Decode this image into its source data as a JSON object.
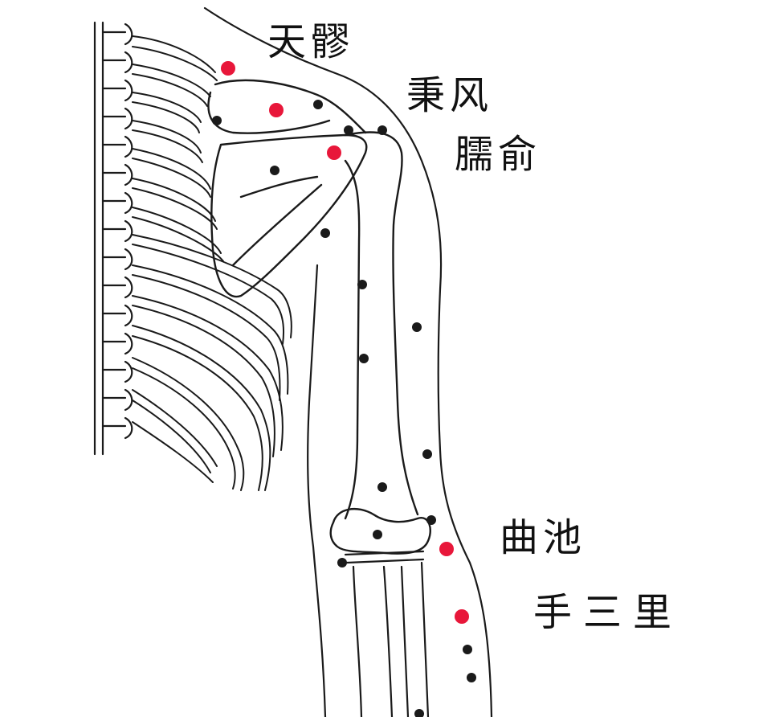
{
  "labels": {
    "tianliao": "天髎",
    "bingfeng": "秉风",
    "naoshu": "臑俞",
    "quchi": "曲池",
    "shousanli": "手三里"
  },
  "colors": {
    "line": "#1a1a1a",
    "acupoint_red": "#e8173a",
    "acupoint_black": "#1a1a1a"
  }
}
